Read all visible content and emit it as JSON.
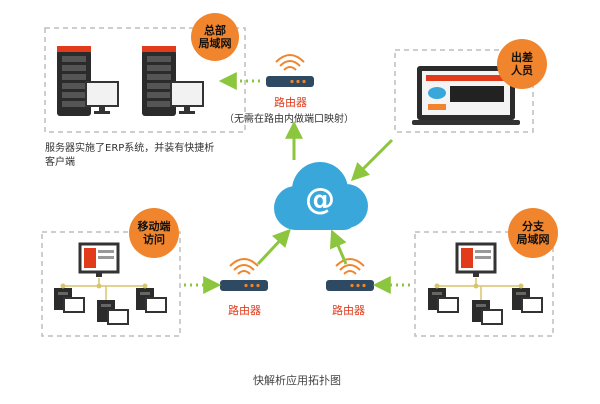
{
  "badges": {
    "hq": [
      "总部",
      "局域网"
    ],
    "travel": [
      "出差",
      "人员"
    ],
    "mobile": [
      "移动端",
      "访问"
    ],
    "branch": [
      "分支",
      "局域网"
    ]
  },
  "router_top": {
    "label": "路由器",
    "note": "（无需在路由内做端口映射）"
  },
  "router_left": {
    "label": "路由器"
  },
  "router_right": {
    "label": "路由器"
  },
  "hq_description": [
    "服务器实施了ERP系统，并装有快捷析",
    "客户端"
  ],
  "cloud_symbol": "@",
  "caption": "快解析应用拓扑图",
  "colors": {
    "accent_orange": "#f0852d",
    "router_red": "#e23b1b",
    "arrow_green": "#8cc63f",
    "cloud_blue": "#3aa7db",
    "dashed_box": "#bdbdbd"
  }
}
